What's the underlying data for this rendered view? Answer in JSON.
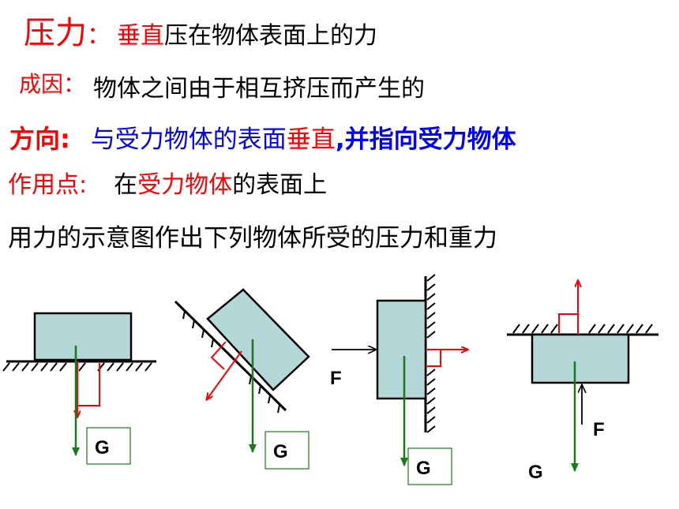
{
  "definition": {
    "heading": "压力",
    "colon": "：",
    "key_term": "垂直",
    "rest": "压在物体表面上的力"
  },
  "cause": {
    "label": "成因",
    "colon": "：",
    "text": "物体之间由于相互挤压而产生的"
  },
  "direction": {
    "label": "方向",
    "colon": ":",
    "text_a": "与受力物体的表面",
    "key_term": "垂直",
    "text_b": ",并指向受力物体"
  },
  "point": {
    "label": "作用点",
    "colon": ":",
    "pre": "在",
    "key_term": "受力物体",
    "post": "的表面上"
  },
  "task": "用力的示意图作出下列物体所受的压力和重力",
  "figures": {
    "fig1": {
      "gravity_label": "G"
    },
    "fig2": {
      "gravity_label": "G"
    },
    "fig3": {
      "force_label": "F",
      "gravity_label": "G"
    },
    "fig4": {
      "force_label": "F",
      "gravity_label": "G"
    }
  },
  "colors": {
    "heading_red": "#ff0000",
    "blue_text": "#0000ff",
    "block_fill": "#b4d8d8",
    "gravity_green": "#1a7a1a",
    "pressure_red": "#ff0000"
  }
}
